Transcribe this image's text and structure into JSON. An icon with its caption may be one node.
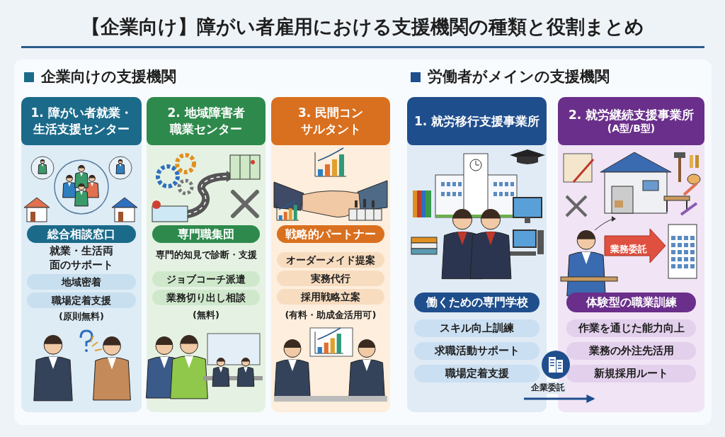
{
  "diagram": {
    "title": "【企業向け】障がい者雇用における支援機関の種類と役割まとめ",
    "nodes": [
      {
        "text": [
          "1. 障がい者就業・生活支援センター",
          "就業・生活両面のサポート",
          "(原則無料)"
        ]
      },
      {
        "text": [
          "総合相談窓口"
        ],
        "in": 0
      },
      {
        "text": [
          "地域密着"
        ],
        "in": 0
      },
      {
        "text": [
          "職場定着支援"
        ],
        "in": 0
      },
      {
        "text": [
          "2. 地域障害者職業センター",
          "専門的知見で診断・支援",
          "(無料)"
        ]
      },
      {
        "text": [
          "専門職集団"
        ],
        "in": 4
      },
      {
        "text": [
          "ジョブコーチ派遣"
        ],
        "in": 4
      },
      {
        "text": [
          "業務切り出し相談"
        ],
        "in": 4
      },
      {
        "text": [
          "3. 民間コンサルタント",
          "(有料・助成金活用可)"
        ]
      },
      {
        "text": [
          "戦略的パートナー"
        ],
        "in": 8
      },
      {
        "text": [
          "オーダーメイド提案"
        ],
        "in": 8
      },
      {
        "text": [
          "実務代行"
        ],
        "in": 8
      },
      {
        "text": [
          "採用戦略立案"
        ],
        "in": 8
      },
      {
        "text": [
          "1. 就労移行支援事業所"
        ]
      },
      {
        "text": [
          "働くための専門学校"
        ],
        "in": 13
      },
      {
        "text": [
          "スキル向上訓練"
        ],
        "in": 13
      },
      {
        "text": [
          "求職活動サポート"
        ],
        "in": 13
      },
      {
        "text": [
          "職場定着支援"
        ],
        "in": 13
      },
      {
        "text": [
          "2. 就労継続支援事業所",
          "(A型/B型)"
        ]
      },
      {
        "text": [
          "体験型の職業訓練"
        ],
        "in": 18
      },
      {
        "text": [
          "作業を通じた能力向上"
        ],
        "in": 18
      },
      {
        "text": [
          "業務の外注先活用"
        ],
        "in": 18
      },
      {
        "text": [
          "新規採用ルート"
        ],
        "in": 18
      }
    ],
    "edges": [
      {
        "from": 13,
        "to": 18,
        "arrow": "to",
        "label": "企業委託"
      }
    ],
    "labels": [
      "企業向けの支援機関",
      "労働者がメインの支援機関",
      "業務委託"
    ]
  }
}
